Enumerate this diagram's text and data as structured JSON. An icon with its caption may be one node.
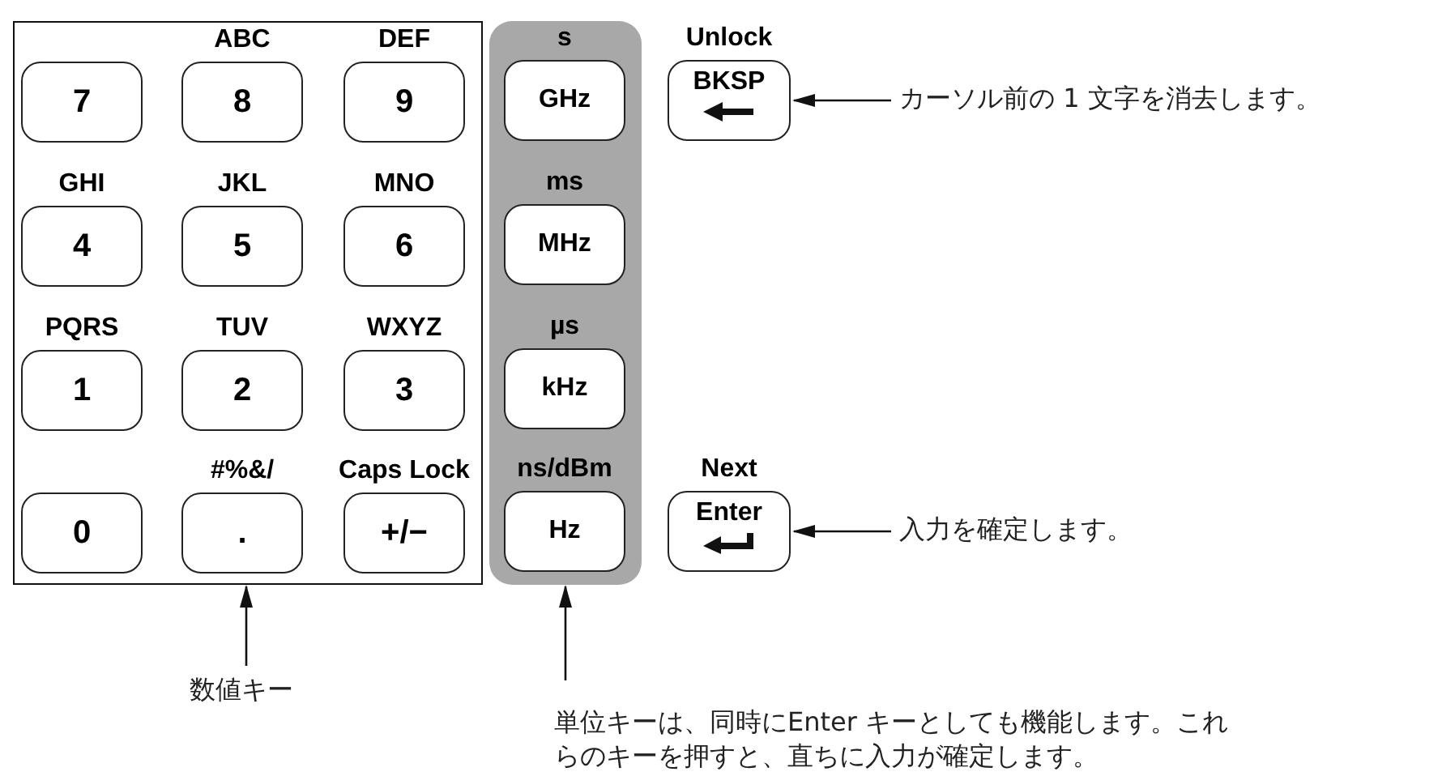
{
  "diagram": {
    "nodes": [
      {
        "text": [],
        "shape": "box"
      },
      {
        "text": [
          "7"
        ],
        "in": 0
      },
      {
        "text": [
          "ABC",
          "8"
        ],
        "in": 0
      },
      {
        "text": [
          "DEF",
          "9"
        ],
        "in": 0
      },
      {
        "text": [
          "GHI",
          "4"
        ],
        "in": 0
      },
      {
        "text": [
          "JKL",
          "5"
        ],
        "in": 0
      },
      {
        "text": [
          "MNO",
          "6"
        ],
        "in": 0
      },
      {
        "text": [
          "PQRS",
          "1"
        ],
        "in": 0
      },
      {
        "text": [
          "TUV",
          "2"
        ],
        "in": 0
      },
      {
        "text": [
          "WXYZ",
          "3"
        ],
        "in": 0
      },
      {
        "text": [
          "0"
        ],
        "in": 0
      },
      {
        "text": [
          "#%&/",
          "."
        ],
        "in": 0
      },
      {
        "text": [
          "Caps Lock",
          "+/−"
        ],
        "in": 0
      },
      {
        "text": [],
        "shape": "bar"
      },
      {
        "text": [
          "s",
          "GHz"
        ],
        "in": 13
      },
      {
        "text": [
          "ms",
          "MHz"
        ],
        "in": 13
      },
      {
        "text": [
          "µs",
          "kHz"
        ],
        "in": 13
      },
      {
        "text": [
          "ns/dBm",
          "Hz"
        ],
        "in": 13
      },
      {
        "text": [
          "Unlock",
          "BKSP"
        ]
      },
      {
        "text": [
          "Next",
          "Enter"
        ]
      },
      {
        "text": [
          "カーソル前の 1 文字を消去します。"
        ]
      },
      {
        "text": [
          "入力を確定します。"
        ]
      },
      {
        "text": [
          "数値キー"
        ]
      },
      {
        "text": [
          "単位キーは、同時にEnter キーとしても機能します。これらのキーを押すと、直ちに入力が確定します。"
        ]
      }
    ],
    "edges": [
      {
        "from": 20,
        "to": 18,
        "arrow": "to"
      },
      {
        "from": 21,
        "to": 19,
        "arrow": "to"
      },
      {
        "from": 22,
        "to": 0,
        "arrow": "to"
      },
      {
        "from": 23,
        "to": 13,
        "arrow": "to"
      }
    ]
  }
}
